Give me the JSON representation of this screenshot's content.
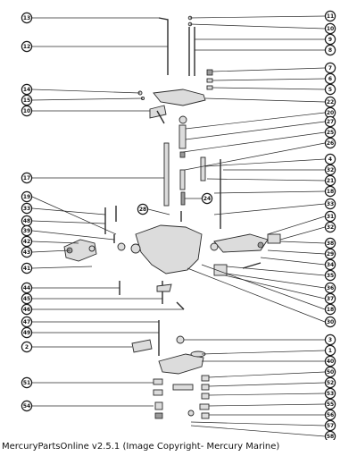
{
  "caption": "MercuryPartsOnline v2.5.1 (Image Copyright- Mercury Marine)",
  "callouts_left": [
    "13",
    "12",
    "14",
    "15",
    "10",
    "17",
    "19",
    "33",
    "48",
    "39",
    "42",
    "43",
    "41",
    "44",
    "45",
    "46",
    "47",
    "49",
    "2",
    "51",
    "54"
  ],
  "callouts_right": [
    "11",
    "10",
    "9",
    "8",
    "7",
    "6",
    "5",
    "22",
    "20",
    "27",
    "25",
    "26",
    "4",
    "32",
    "21",
    "18",
    "33",
    "31",
    "32",
    "38",
    "29",
    "34",
    "35",
    "36",
    "37",
    "18",
    "30",
    "3",
    "1",
    "40",
    "50",
    "52",
    "53",
    "55",
    "56",
    "57",
    "58"
  ],
  "callouts_inner": [
    "28",
    "24"
  ]
}
